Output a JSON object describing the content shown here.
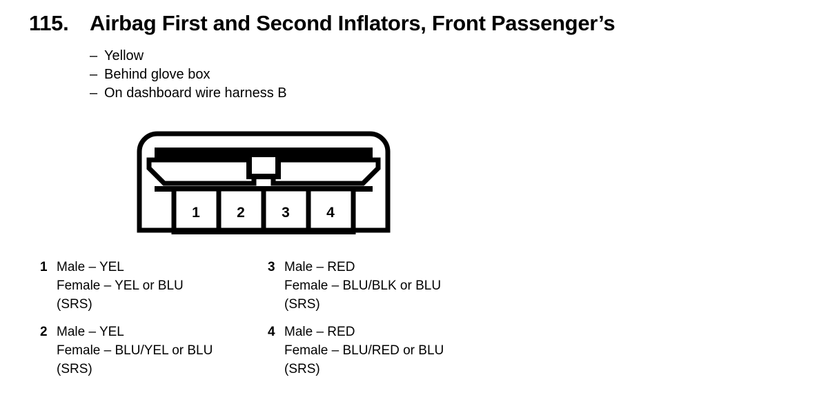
{
  "heading": {
    "number": "115.",
    "title": "Airbag First and Second Inflators, Front Passenger’s"
  },
  "bullets": {
    "dash": "–",
    "items": [
      "Yellow",
      "Behind glove box",
      "On dashboard wire harness B"
    ]
  },
  "connector": {
    "cavity_labels": [
      "1",
      "2",
      "3",
      "4"
    ],
    "line_color": "#000000",
    "fill_color": "#ffffff"
  },
  "legend": {
    "left_column": [
      {
        "index": "1",
        "male": "Male – YEL",
        "female": "Female – YEL or BLU",
        "system": "(SRS)"
      },
      {
        "index": "2",
        "male": "Male – YEL",
        "female": "Female – BLU/YEL or BLU",
        "system": "(SRS)"
      }
    ],
    "right_column": [
      {
        "index": "3",
        "male": "Male – RED",
        "female": "Female – BLU/BLK or BLU",
        "system": "(SRS)"
      },
      {
        "index": "4",
        "male": "Male – RED",
        "female": "Female – BLU/RED or BLU",
        "system": "(SRS)"
      }
    ]
  }
}
